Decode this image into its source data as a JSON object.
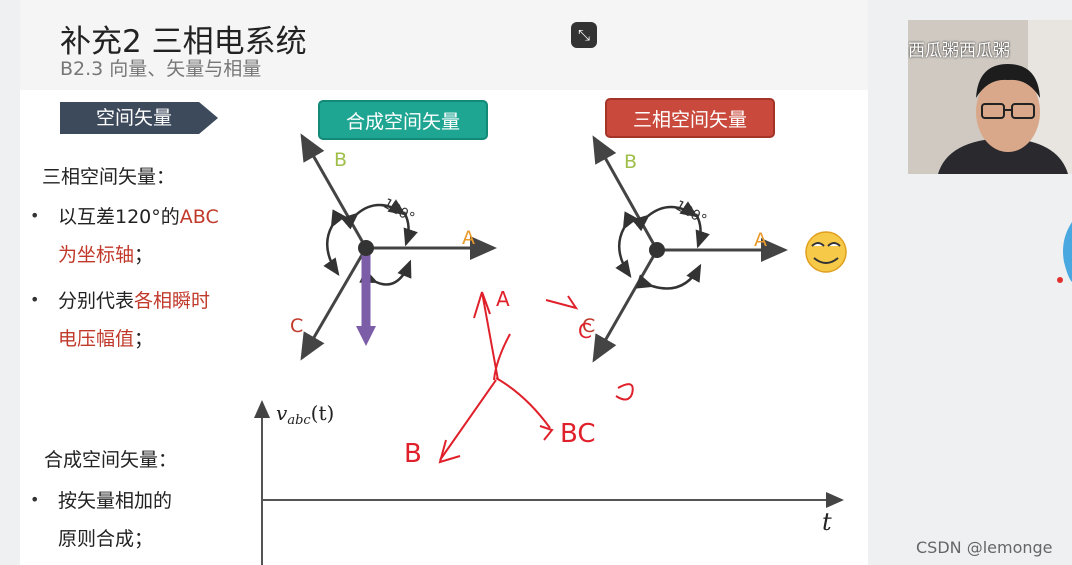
{
  "slide": {
    "title": "补充2 三相电系统",
    "subtitle": "B2.3 向量、矢量与相量",
    "section_tag": "空间矢量",
    "box_composite": "合成空间矢量",
    "box_three_phase": "三相空间矢量",
    "left": {
      "heading1": "三相空间矢量：",
      "bullet1_line1_a": "以互差120°的",
      "bullet1_line1_b": "ABC",
      "bullet1_line2_a": "为坐标轴",
      "bullet1_line2_b": "；",
      "bullet2_line1_a": "分别代表",
      "bullet2_line1_b": "各相瞬时",
      "bullet2_line2_a": "电压幅值",
      "bullet2_line2_b": "；",
      "heading2": "合成空间矢量：",
      "bullet3_line1": "按矢量相加的",
      "bullet3_line2": "原则合成；"
    },
    "diagram": {
      "label_a": "A",
      "label_b": "B",
      "label_c": "C",
      "angle": "120°",
      "plot_ylabel": "v",
      "plot_ysub": "abc",
      "plot_yarg": "(t)",
      "plot_xlabel": "t"
    },
    "handwriting": {
      "a": "A",
      "c": "C",
      "b": "B",
      "bc": "BC"
    },
    "colors": {
      "teal": "#1fa693",
      "red": "#c94a3d",
      "purple": "#7b5ea7",
      "label_a": "#e89a2b",
      "label_b": "#9fbf4a",
      "label_c": "#c0392b",
      "ink": "#e0202a"
    }
  },
  "toolbar": {
    "fullscreen_icon": "exit-fullscreen-icon"
  },
  "webcam": {
    "caption": "西瓜粥西瓜粥"
  },
  "footer": {
    "watermark": "CSDN @lemonge"
  }
}
